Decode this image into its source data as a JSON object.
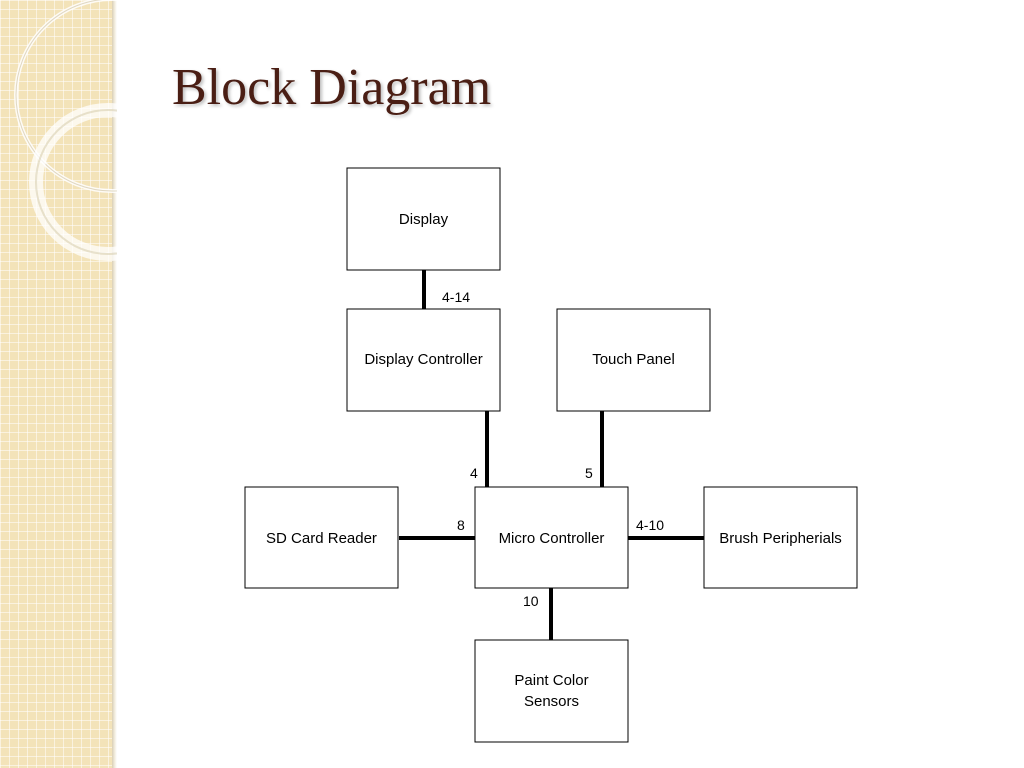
{
  "slide": {
    "title": "Block Diagram"
  },
  "colors": {
    "title": "#4a1e14",
    "side_band": "#f3e3b9",
    "line": "#000000"
  },
  "blocks": {
    "display": "Display",
    "display_controller": "Display Controller",
    "touch_panel": "Touch Panel",
    "sd_card_reader": "SD Card Reader",
    "micro_controller": "Micro Controller",
    "brush_peripherals": "Brush Peripherials",
    "paint_color_sensors_line1": "Paint Color",
    "paint_color_sensors_line2": "Sensors"
  },
  "connections": {
    "display_to_controller": "4-14",
    "controller_to_micro": "4",
    "touch_to_micro": "5",
    "sd_to_micro": "8",
    "micro_to_brush": "4-10",
    "micro_to_sensors": "10"
  }
}
